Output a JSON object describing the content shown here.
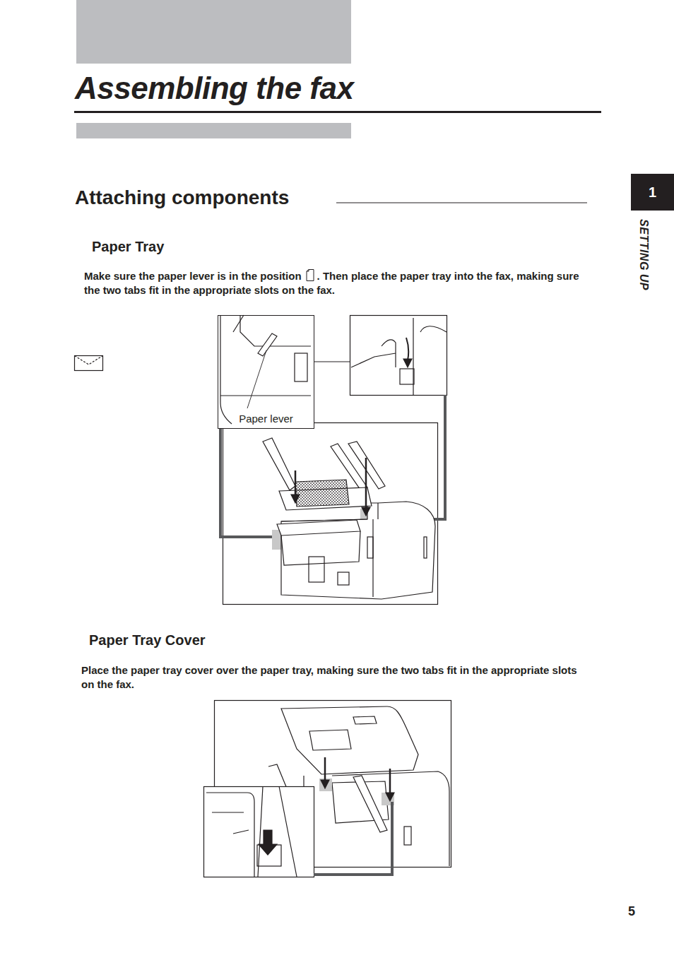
{
  "diagram": {
    "title": "Assembling the fax",
    "nodes": [
      {
        "text": [
          "1"
        ]
      },
      {
        "text": [
          "Paper lever"
        ]
      }
    ],
    "edges": [],
    "labels": [
      "Attaching components",
      "Paper Tray",
      "Make sure the paper lever is in the position",
      ". Then place the paper tray into the fax, making sure the two tabs fit in the appropriate slots on the fax.",
      "Paper Tray Cover",
      "Place the paper tray cover over the paper tray, making sure the two tabs fit in the appropriate slots on the fax.",
      "SETTING UP",
      "5"
    ]
  }
}
